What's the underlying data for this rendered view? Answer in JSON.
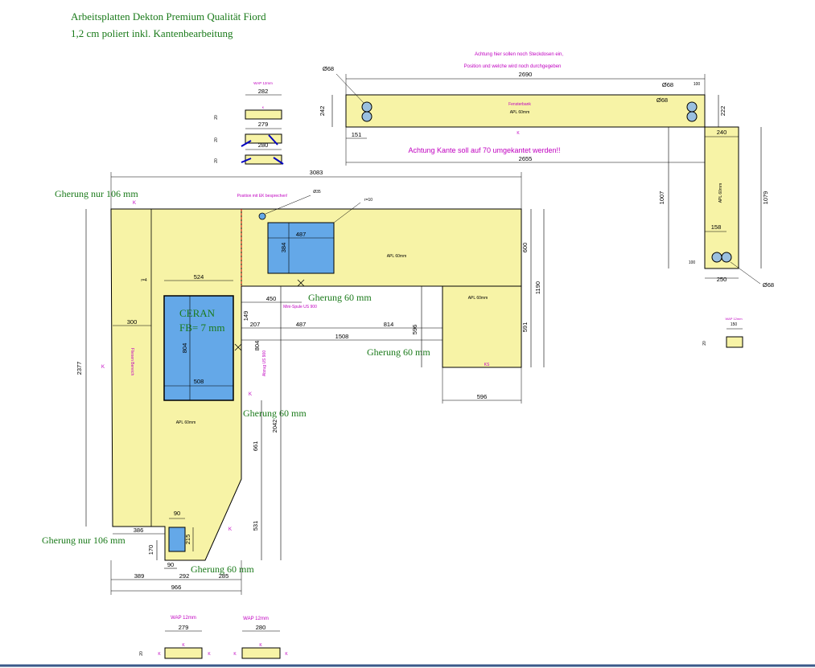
{
  "header": {
    "line1": "Arbeitsplatten Dekton Premium Qualität Fiord",
    "line2": "1,2 cm poliert inkl. Kantenbearbeitung"
  },
  "notes": {
    "socket1": "Achtung hier sollen noch Steckdosen ein,",
    "socket2": "Position und welche wird noch durchgegeben",
    "edge": "Achtung Kante soll auf 70 umgekantet werden!!",
    "position": "Position mit EK besprechen!"
  },
  "labels": {
    "gehrung_106_top": "Gherung nur 106 mm",
    "gehrung_106_bottom": "Gherung nur 106 mm",
    "gehrung_60_a": "Gherung 60 mm",
    "gehrung_60_b": "Gherung 60 mm",
    "gehrung_60_c": "Gherung 60 mm",
    "gehrung_60_d": "Gherung 60 mm",
    "ceran": "CERAN",
    "fb": "FB= 7 mm",
    "apl": "APL 60mm",
    "wap": "WAP 12mm",
    "k": "K",
    "minispule": "Mini-Spule US 900"
  },
  "dims": {
    "d3083": "3083",
    "d2690": "2690",
    "d2655": "2655",
    "d242": "242",
    "d151": "151",
    "d240": "240",
    "d222": "222",
    "d1007": "1007",
    "d1079": "1079",
    "d158": "158",
    "d250": "250",
    "d2377": "2377",
    "d524": "524",
    "d300": "300",
    "d804": "804",
    "d508": "508",
    "d487a": "487",
    "d384": "384",
    "d600": "600",
    "d1190": "1190",
    "d450": "450",
    "d487b": "487",
    "d814": "814",
    "d1508": "1508",
    "d207": "207",
    "d596v": "596",
    "d591": "591",
    "d596h": "596",
    "d2042": "2042",
    "d661": "661",
    "d531": "531",
    "d386": "386",
    "d389": "389",
    "d292": "292",
    "d285": "285",
    "d966": "966",
    "d90a": "90",
    "d90b": "90",
    "d215": "215",
    "d282": "282",
    "d279a": "279",
    "d280a": "280",
    "d279b": "279",
    "d280b": "280",
    "d170": "170",
    "d20": "20",
    "d100": "100",
    "d35": "Ø35",
    "d68a": "Ø68",
    "d68b": "Ø68",
    "d68c": "Ø68",
    "d68d": "Ø68",
    "r10": "r=10",
    "r4": "r=4",
    "d149": "149",
    "d150": "150"
  }
}
